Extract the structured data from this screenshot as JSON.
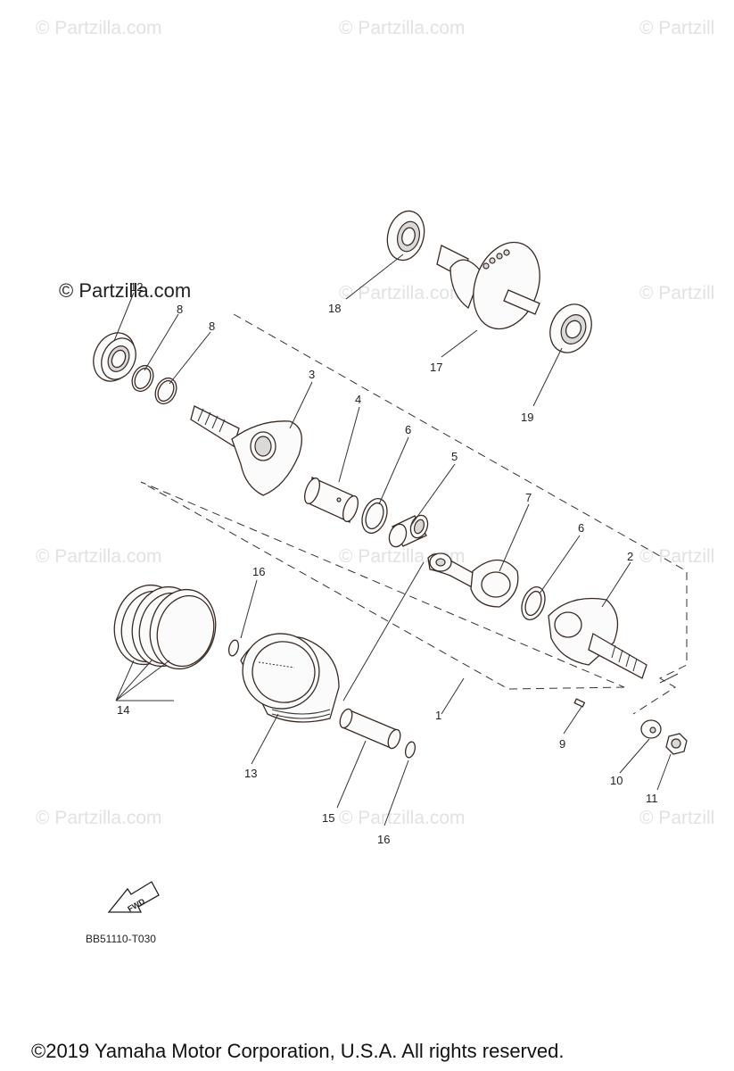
{
  "watermark": "© Partzilla.com",
  "watermark_partial": "© Partzill",
  "top_watermark": "© Partzilla.com",
  "callouts": {
    "c1": "1",
    "c2": "2",
    "c3": "3",
    "c4": "4",
    "c5": "5",
    "c6a": "6",
    "c6b": "6",
    "c7": "7",
    "c8a": "8",
    "c8b": "8",
    "c9": "9",
    "c10": "10",
    "c11": "11",
    "c12": "12",
    "c13": "13",
    "c14": "14",
    "c15": "15",
    "c16a": "16",
    "c16b": "16",
    "c17": "17",
    "c18": "18",
    "c19": "19"
  },
  "fwd_label": "FWD",
  "diagram_code": "BB51110-T030",
  "copyright": "©2019 Yamaha Motor Corporation, U.S.A. All rights reserved."
}
